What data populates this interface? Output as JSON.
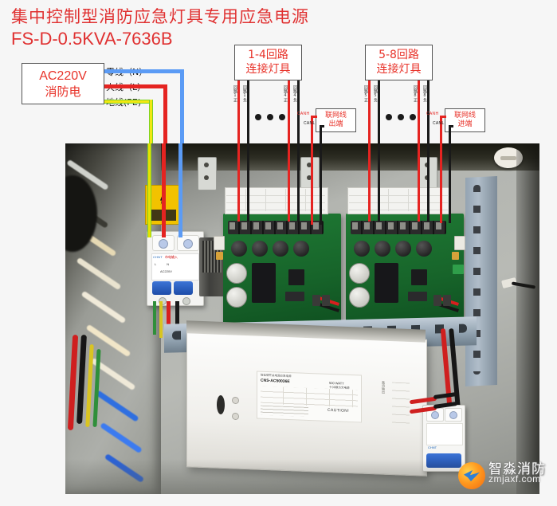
{
  "title": {
    "line1": "集中控制型消防应急灯具专用应急电源",
    "line2": "FS-D-0.5KVA-7636B"
  },
  "callouts": {
    "power_source": {
      "line1": "AC220V",
      "line2": "消防电"
    },
    "circuit_1_4": {
      "line1": "1-4回路",
      "line2": "连接灯具"
    },
    "circuit_5_8": {
      "line1": "5-8回路",
      "line2": "连接灯具"
    },
    "network_out": {
      "line1": "联网线",
      "line2": "出端"
    },
    "network_in": {
      "line1": "联网线",
      "line2": "进端"
    }
  },
  "supply_wires": [
    {
      "name": "neutral",
      "label": "零线（N）",
      "color": "#5b9bf5"
    },
    {
      "name": "live",
      "label": "火线（L）",
      "color": "#e52421"
    },
    {
      "name": "ground",
      "label": "地线(PE)",
      "color": "#7ed321"
    }
  ],
  "circuit_terminals": {
    "group_1_4": [
      {
        "label": "回路1正",
        "polarity": "positive",
        "color": "#e52421"
      },
      {
        "label": "回路1负",
        "polarity": "negative",
        "color": "#1a1a1a"
      },
      {
        "label": "回路4正",
        "polarity": "positive",
        "color": "#e52421"
      },
      {
        "label": "回路4负",
        "polarity": "negative",
        "color": "#1a1a1a"
      }
    ],
    "group_5_8": [
      {
        "label": "回路5正",
        "polarity": "positive",
        "color": "#e52421"
      },
      {
        "label": "回路5负",
        "polarity": "negative",
        "color": "#1a1a1a"
      },
      {
        "label": "回路8正",
        "polarity": "positive",
        "color": "#e52421"
      },
      {
        "label": "回路8负",
        "polarity": "negative",
        "color": "#1a1a1a"
      }
    ]
  },
  "can_bus": {
    "out": [
      {
        "label": "CANH",
        "color": "#e52421"
      },
      {
        "label": "CANL",
        "color": "#1a1a1a"
      }
    ],
    "in": [
      {
        "label": "CANH",
        "color": "#e52421"
      },
      {
        "label": "CANL",
        "color": "#1a1a1a"
      }
    ]
  },
  "photo": {
    "breaker_main": {
      "brand": "CHNT",
      "caption": "市电输入",
      "terminals": "L  N",
      "rating": "AC220V"
    },
    "breaker_aux": {
      "brand": "CHNT"
    },
    "psu_label": {
      "model": "CNS-AC50036E",
      "watt": "500 WATT",
      "caution": "CAUTION!"
    }
  },
  "watermark": {
    "brand": "智淼消防",
    "url": "zmjaxf.com"
  },
  "colors": {
    "accent_red": "#e8332a",
    "wire_live": "#e52421",
    "wire_neutral": "#5b9bf5",
    "wire_ground": "#7ed321",
    "wire_negative": "#1a1a1a",
    "page_bg": "#f6f6f6"
  }
}
